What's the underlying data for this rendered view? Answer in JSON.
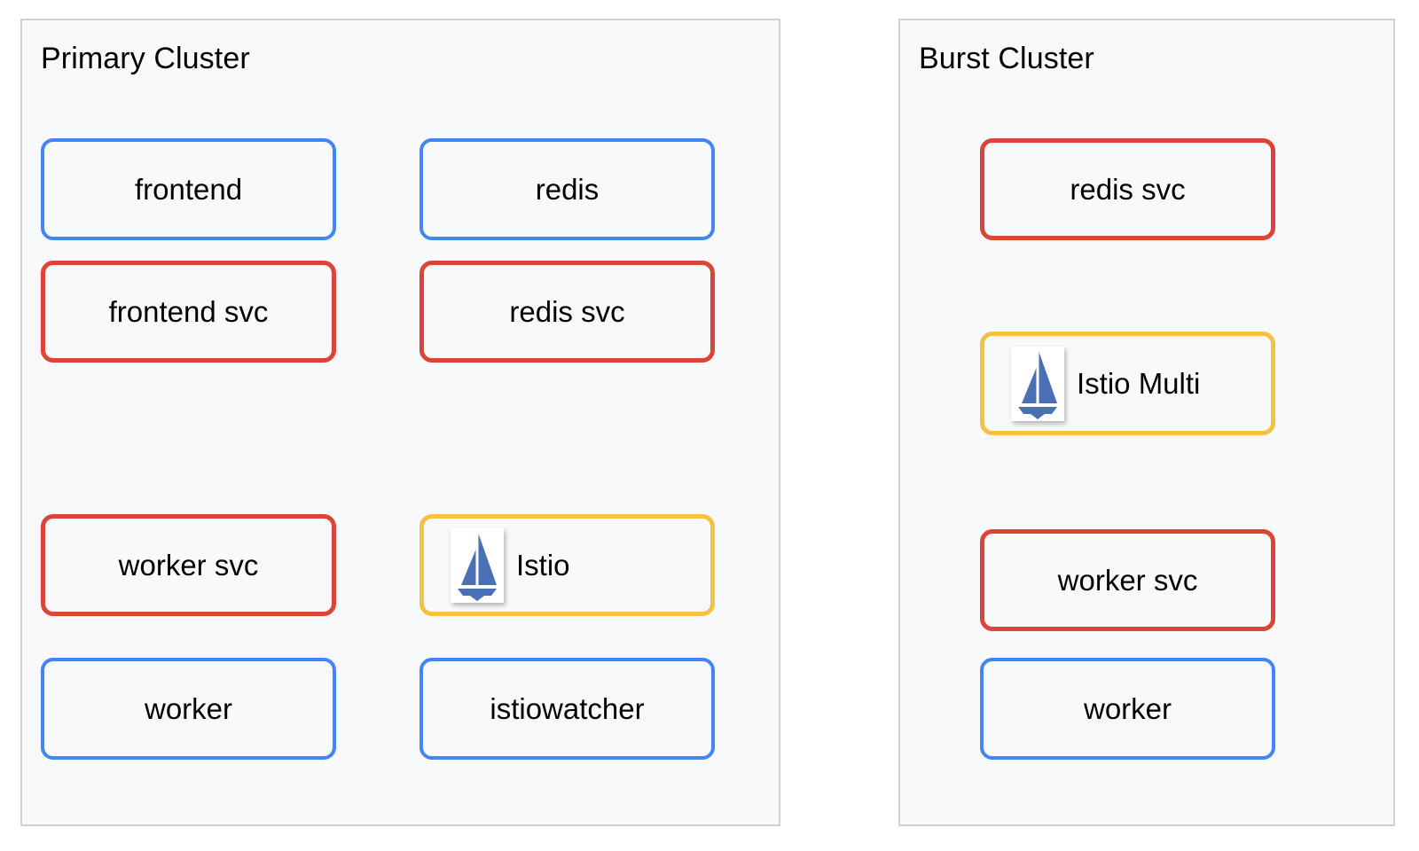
{
  "colors": {
    "blue": "#4285f4",
    "red": "#db4437",
    "yellow": "#f4c142",
    "container_bg": "#f8f9fa",
    "container_border": "#cfd2d5",
    "logo_blue": "#4a6fb5",
    "page_bg": "#ffffff"
  },
  "clusters": [
    {
      "id": "primary",
      "title": "Primary Cluster",
      "nodes": [
        {
          "label": "frontend",
          "color": "blue",
          "icon": null
        },
        {
          "label": "redis",
          "color": "blue",
          "icon": null
        },
        {
          "label": "frontend svc",
          "color": "red",
          "icon": null
        },
        {
          "label": "redis svc",
          "color": "red",
          "icon": null
        },
        {
          "label": "worker svc",
          "color": "red",
          "icon": null
        },
        {
          "label": "Istio",
          "color": "yellow",
          "icon": "istio-sailboat-icon"
        },
        {
          "label": "worker",
          "color": "blue",
          "icon": null
        },
        {
          "label": "istiowatcher",
          "color": "blue",
          "icon": null
        }
      ]
    },
    {
      "id": "burst",
      "title": "Burst Cluster",
      "nodes": [
        {
          "label": "redis svc",
          "color": "red",
          "icon": null
        },
        {
          "label": "Istio Multi",
          "color": "yellow",
          "icon": "istio-sailboat-icon"
        },
        {
          "label": "worker svc",
          "color": "red",
          "icon": null
        },
        {
          "label": "worker",
          "color": "blue",
          "icon": null
        }
      ]
    }
  ]
}
